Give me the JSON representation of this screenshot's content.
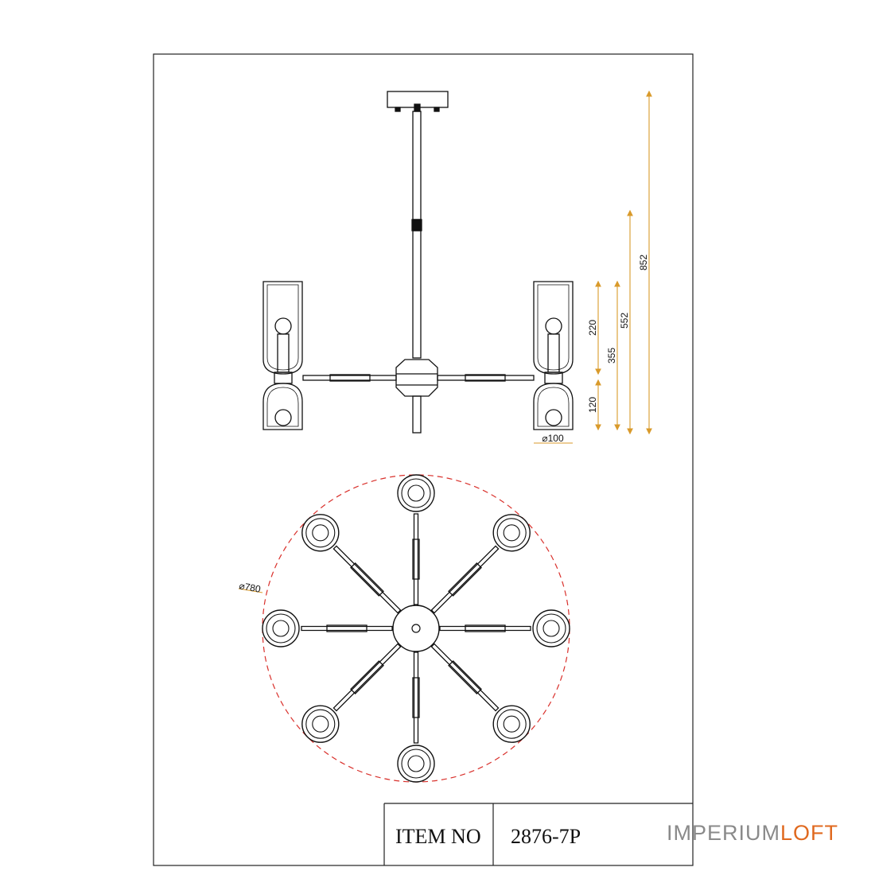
{
  "drawing": {
    "dimensions": {
      "d220": "220",
      "d355": "355",
      "d552": "552",
      "d852": "852",
      "d120": "120",
      "dia100": "⌀100",
      "dia780": "⌀780"
    },
    "colors": {
      "line": "#111111",
      "dimension_line": "#d99a2b",
      "circle_dash": "#d9302b"
    }
  },
  "title_block": {
    "item_label": "ITEM NO",
    "item_value": "2876-7P"
  },
  "brand": {
    "part1": "IMPERIUM",
    "part2": "LOFT"
  }
}
